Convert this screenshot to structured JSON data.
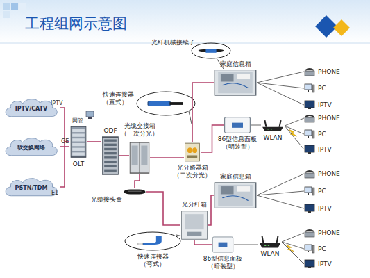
{
  "diagram": {
    "title": "工程组网示意图",
    "nodes": [
      {
        "text": [
          "IPTV/CATV"
        ]
      },
      {
        "text": [
          "软交换网络"
        ]
      },
      {
        "text": [
          "PSTN/TDM"
        ]
      },
      {
        "text": [
          "OLT"
        ]
      },
      {
        "text": [
          "ODF"
        ]
      },
      {
        "text": [
          "光缆交接箱 （一次分光）"
        ]
      },
      {
        "text": [
          "光缆接头盒"
        ]
      },
      {
        "text": [
          "光分路器箱 （二次分光）"
        ]
      },
      {
        "text": [
          "光分纤箱"
        ]
      },
      {
        "text": [
          "家庭信息箱"
        ]
      },
      {
        "text": [
          "86型信息面板 （明装型）"
        ]
      },
      {
        "text": [
          "WLAN"
        ]
      },
      {
        "text": [
          "家庭信息箱"
        ]
      },
      {
        "text": [
          "86型信息面板 （暗装型）"
        ]
      },
      {
        "text": [
          "WLAN"
        ]
      },
      {
        "text": [
          "PHONE"
        ]
      },
      {
        "text": [
          "PC"
        ]
      },
      {
        "text": [
          "IPTV"
        ]
      },
      {
        "text": [
          "PHONE"
        ]
      },
      {
        "text": [
          "PC"
        ]
      },
      {
        "text": [
          "IPTV"
        ]
      },
      {
        "text": [
          "PHONE"
        ]
      },
      {
        "text": [
          "PC"
        ]
      },
      {
        "text": [
          "IPTV"
        ]
      },
      {
        "text": [
          "PHONE"
        ]
      },
      {
        "text": [
          "PC"
        ]
      },
      {
        "text": [
          "IPTV"
        ]
      },
      {
        "text": [
          "光纤机械接续子"
        ]
      },
      {
        "text": [
          "快速连接器 （直式）"
        ]
      },
      {
        "text": [
          "快速连接器 （弯式）"
        ]
      }
    ],
    "edges": [
      {
        "from": 0,
        "to": 3,
        "arrow": "none"
      },
      {
        "from": 1,
        "to": 3,
        "arrow": "none"
      },
      {
        "from": 2,
        "to": 3,
        "arrow": "none"
      },
      {
        "from": 3,
        "to": 4,
        "arrow": "none"
      },
      {
        "from": 4,
        "to": 5,
        "arrow": "none"
      },
      {
        "from": 5,
        "to": 6,
        "arrow": "none"
      },
      {
        "from": 5,
        "to": 7,
        "arrow": "none"
      },
      {
        "from": 6,
        "to": 8,
        "arrow": "none"
      },
      {
        "from": 7,
        "to": 9,
        "arrow": "none"
      },
      {
        "from": 7,
        "to": 10,
        "arrow": "none"
      },
      {
        "from": 10,
        "to": 11,
        "arrow": "none"
      },
      {
        "from": 9,
        "to": 15,
        "arrow": "none"
      },
      {
        "from": 9,
        "to": 16,
        "arrow": "none"
      },
      {
        "from": 9,
        "to": 17,
        "arrow": "none"
      },
      {
        "from": 11,
        "to": 18,
        "arrow": "none"
      },
      {
        "from": 11,
        "to": 19,
        "arrow": "none"
      },
      {
        "from": 11,
        "to": 20,
        "arrow": "none"
      },
      {
        "from": 8,
        "to": 12,
        "arrow": "none"
      },
      {
        "from": 8,
        "to": 13,
        "arrow": "none"
      },
      {
        "from": 13,
        "to": 14,
        "arrow": "none"
      },
      {
        "from": 12,
        "to": 21,
        "arrow": "none"
      },
      {
        "from": 12,
        "to": 22,
        "arrow": "none"
      },
      {
        "from": 12,
        "to": 23,
        "arrow": "none"
      },
      {
        "from": 14,
        "to": 24,
        "arrow": "none"
      },
      {
        "from": 14,
        "to": 25,
        "arrow": "none"
      },
      {
        "from": 14,
        "to": 26,
        "arrow": "none"
      }
    ],
    "labels": [
      "IPTV",
      "GE",
      "E1",
      "网管"
    ]
  }
}
